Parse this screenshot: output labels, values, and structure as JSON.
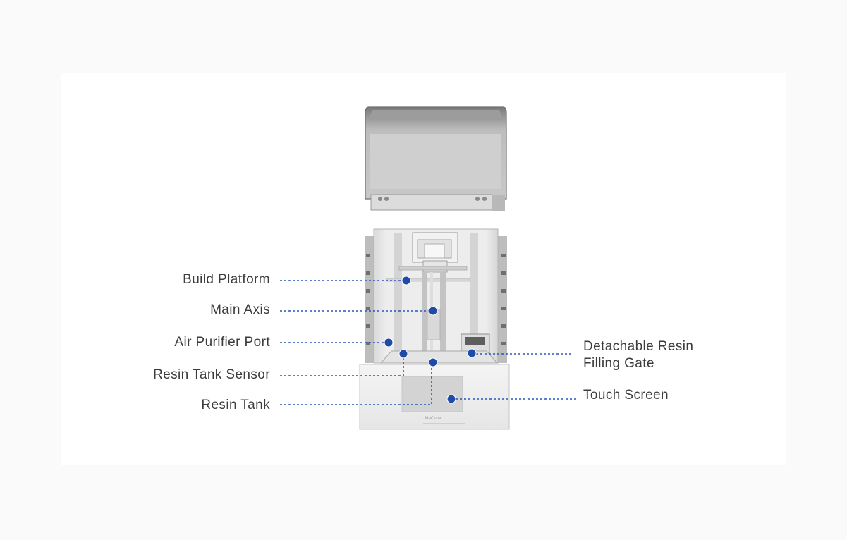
{
  "diagram": {
    "labels": {
      "build_platform": "Build Platform",
      "main_axis": "Main Axis",
      "air_purifier_port": "Air Purifier Port",
      "resin_tank_sensor": "Resin Tank Sensor",
      "resin_tank": "Resin Tank",
      "detachable_gate_line1": "Detachable Resin",
      "detachable_gate_line2": "Filling Gate",
      "touch_screen": "Touch Screen"
    },
    "brand_mark": "MeCube",
    "colors": {
      "marker": "#1f4aa8",
      "leader_line": "#2a56b8",
      "label_text": "#3c3c3c",
      "printer_body": "#ececec",
      "lid_tint": "#c9c9c9"
    }
  }
}
